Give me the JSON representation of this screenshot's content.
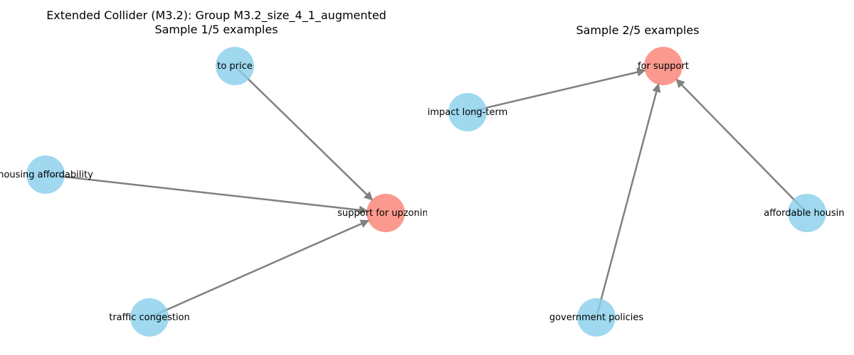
{
  "panels": [
    {
      "title_line1": "Extended Collider (M3.2): Group M3.2_size_4_1_augmented",
      "title_line2": "Sample 1/5 examples",
      "nodes": [
        {
          "id": "p1n0",
          "label": "to price",
          "kind": "cause",
          "color": "#87CEEB"
        },
        {
          "id": "p1n1",
          "label": "housing affordability",
          "kind": "cause",
          "color": "#87CEEB"
        },
        {
          "id": "p1n2",
          "label": "support for upzoning",
          "kind": "effect",
          "color": "#FA8072"
        },
        {
          "id": "p1n3",
          "label": "traffic congestion",
          "kind": "cause",
          "color": "#87CEEB"
        }
      ],
      "edges": [
        {
          "from": "p1n0",
          "to": "p1n2"
        },
        {
          "from": "p1n1",
          "to": "p1n2"
        },
        {
          "from": "p1n3",
          "to": "p1n2"
        }
      ]
    },
    {
      "title_line1": "Sample 2/5 examples",
      "title_line2": "",
      "nodes": [
        {
          "id": "p2n0",
          "label": "for support",
          "kind": "effect",
          "color": "#FA8072"
        },
        {
          "id": "p2n1",
          "label": "impact long-term",
          "kind": "cause",
          "color": "#87CEEB"
        },
        {
          "id": "p2n2",
          "label": "affordable housing",
          "kind": "cause",
          "color": "#87CEEB"
        },
        {
          "id": "p2n3",
          "label": "government policies",
          "kind": "cause",
          "color": "#87CEEB"
        }
      ],
      "edges": [
        {
          "from": "p2n1",
          "to": "p2n0"
        },
        {
          "from": "p2n2",
          "to": "p2n0"
        },
        {
          "from": "p2n3",
          "to": "p2n0"
        }
      ]
    }
  ]
}
